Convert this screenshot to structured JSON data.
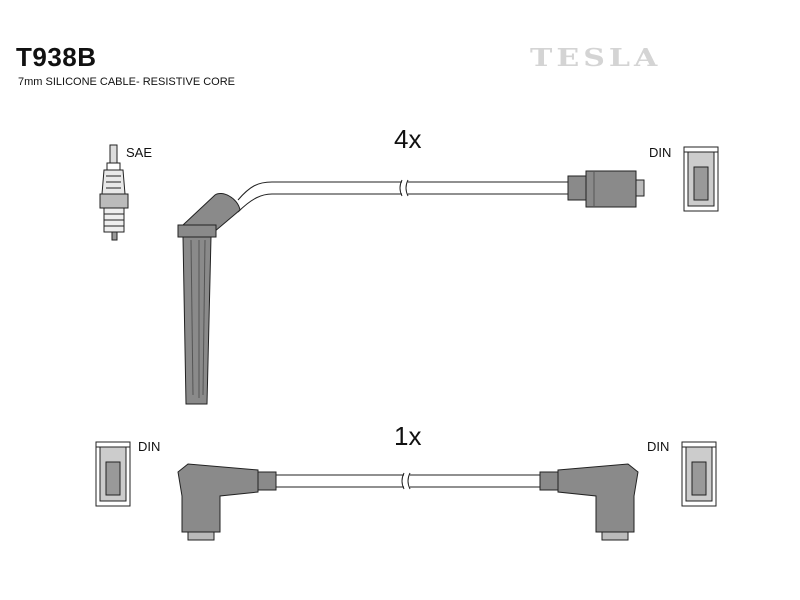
{
  "header": {
    "part_number": "T938B",
    "subtitle": "7mm SILICONE CABLE- RESISTIVE CORE",
    "brand": "TESLA"
  },
  "labels": {
    "sae": "SAE",
    "din_top_right": "DIN",
    "din_bottom_left": "DIN",
    "din_bottom_right": "DIN"
  },
  "quantities": {
    "top_cable": "4x",
    "bottom_cable": "1x"
  },
  "colors": {
    "connector_fill": "#8a8a8a",
    "line": "#222222",
    "brand": "#d4d4d4"
  }
}
